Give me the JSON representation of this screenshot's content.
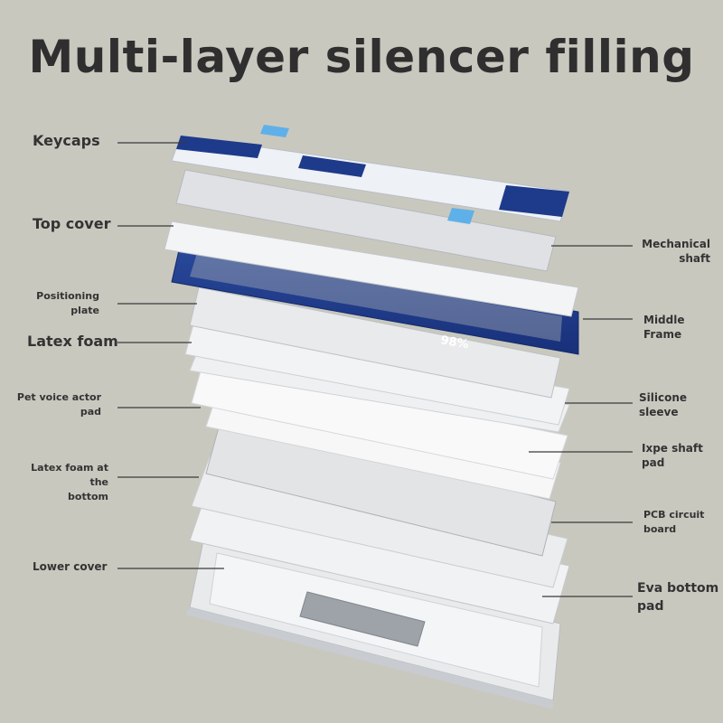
{
  "title": "Multi-layer silencer filling",
  "labels": {
    "keycaps": "Keycaps",
    "top_cover": "Top cover",
    "positioning_plate": "Positioning\nplate",
    "latex_foam": "Latex foam",
    "pet_pad": "Pet voice actor\npad",
    "latex_foam_bottom": "Latex foam at the\nbottom",
    "lower_cover": "Lower cover",
    "mechanical_shaft": "Mechanical\nshaft",
    "middle_frame": "Middle Frame",
    "silicone_sleeve": "Silicone\nsleeve",
    "ixpe_pad": "Ixpe shaft\npad",
    "pcb_board": "PCB circuit\nboard",
    "eva_pad": "Eva bottom\npad"
  },
  "frame_text": "98%",
  "colors": {
    "background": "#c9c8bf",
    "navy": "#1e3a8a",
    "light_blue": "#5fb0e8",
    "white": "#f4f5f7",
    "text": "#2f2f2f"
  }
}
